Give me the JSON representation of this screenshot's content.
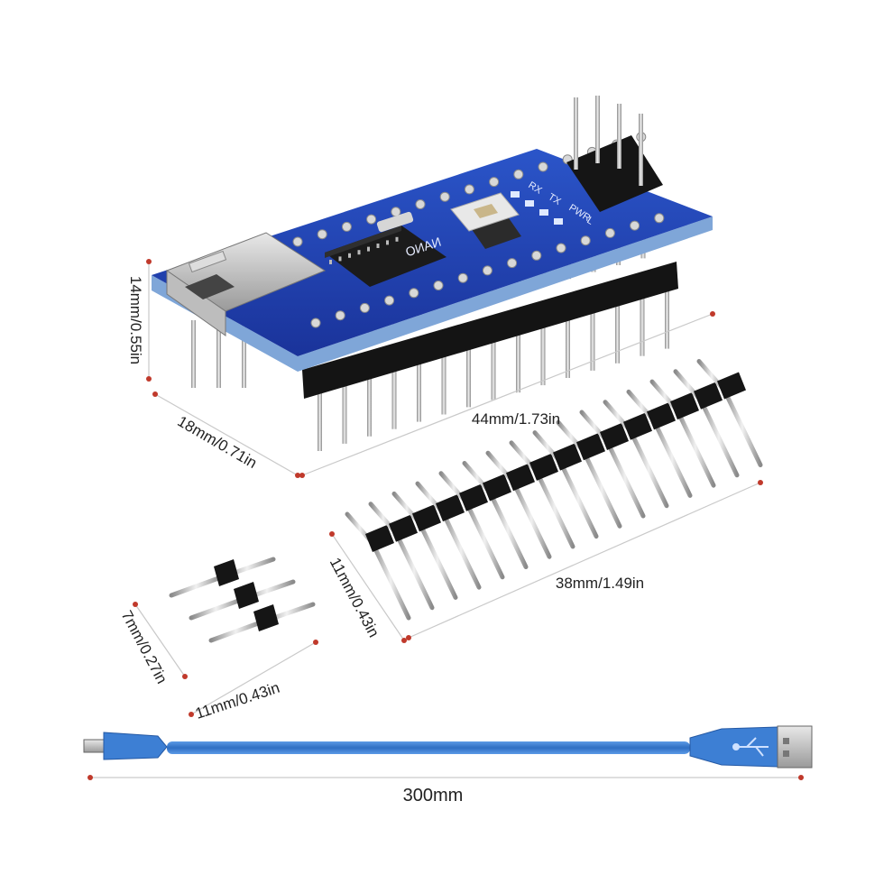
{
  "board": {
    "silkscreen_model": "NANO",
    "led_labels": [
      "RX",
      "TX",
      "PWR",
      "L"
    ],
    "dimensions": {
      "height": "14mm/0.55in",
      "width": "18mm/0.71in",
      "length": "44mm/1.73in"
    }
  },
  "long_header": {
    "dimensions": {
      "length": "38mm/1.49in",
      "pin_length": "11mm/0.43in"
    }
  },
  "short_header": {
    "dimensions": {
      "height": "7mm/0.27in",
      "pin_length": "11mm/0.43in"
    }
  },
  "cable": {
    "length": "300mm"
  },
  "colors": {
    "pcb_blue": "#1f3fae",
    "pcb_edge": "#7fa6d8",
    "header_black": "#151515",
    "pin_metal": "#c8c8c8",
    "cable_blue": "#3f7fd0",
    "dim_dot": "#c0392b"
  }
}
